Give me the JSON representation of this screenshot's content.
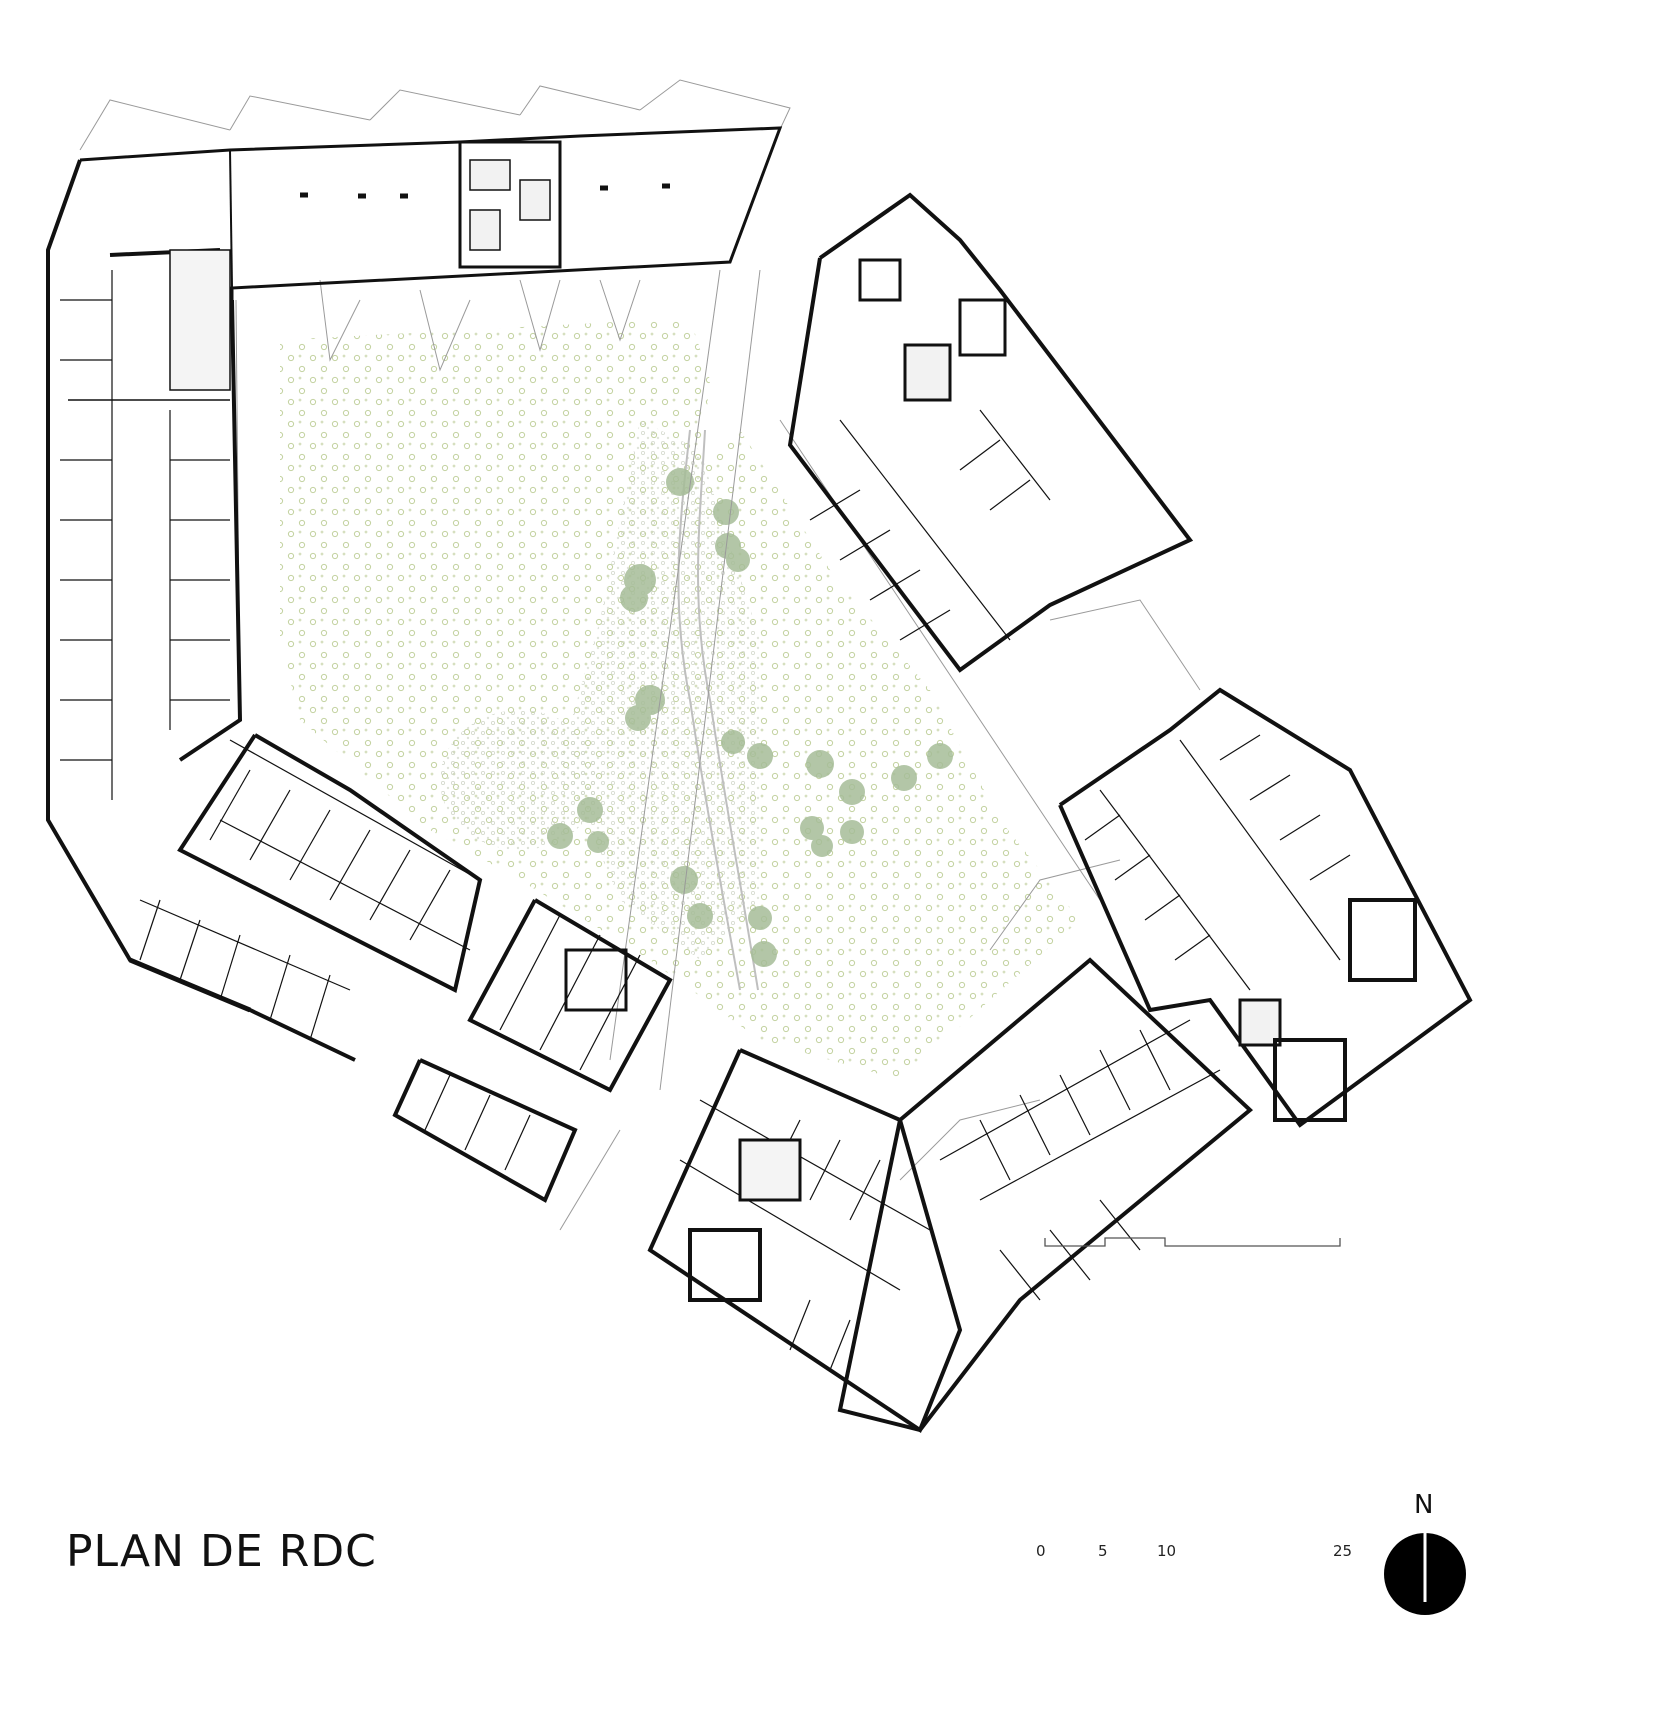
{
  "title": "PLAN DE RDC",
  "scale_bar": {
    "labels": [
      "0",
      "5",
      "10",
      "25"
    ],
    "unit": ""
  },
  "north_arrow": {
    "letter": "N"
  },
  "colors": {
    "wall": "#111111",
    "thin_line": "#9a9a9a",
    "garden_dot": "#c9d6a8",
    "tree": "#a8bf9a",
    "north_disc": "#000000"
  },
  "icons": {
    "north": "north-arrow-icon"
  }
}
